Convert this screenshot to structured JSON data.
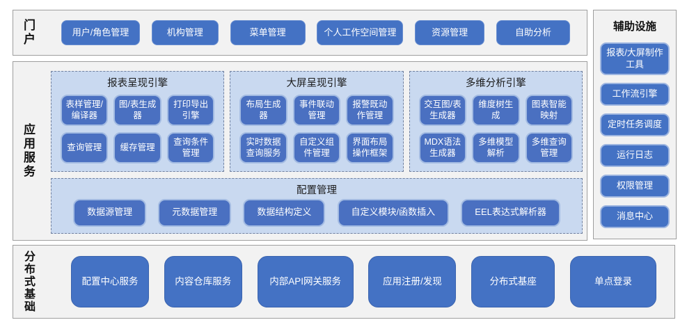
{
  "portal": {
    "label": "门户",
    "buttons": [
      "用户/角色管理",
      "机构管理",
      "菜单管理",
      "个人工作空间管理",
      "资源管理",
      "自助分析"
    ]
  },
  "app": {
    "label": "应用服务",
    "engines": [
      {
        "title": "报表呈现引擎",
        "buttons": [
          "表样管理/编译器",
          "图/表生成器",
          "打印导出引擎",
          "查询管理",
          "缓存管理",
          "查询条件管理"
        ]
      },
      {
        "title": "大屏呈现引擎",
        "buttons": [
          "布局生成器",
          "事件联动管理",
          "报警既动作管理",
          "实时数据查询服务",
          "自定义组件管理",
          "界面布局操作框架"
        ]
      },
      {
        "title": "多维分析引擎",
        "buttons": [
          "交互图/表生成器",
          "维度树生成",
          "图表智能映射",
          "MDX语法生成器",
          "多维模型解析",
          "多维查询管理"
        ]
      }
    ],
    "config": {
      "title": "配置管理",
      "buttons": [
        "数据源管理",
        "元数据管理",
        "数据结构定义",
        "自定义模块/函数插入",
        "EEL表达式解析器"
      ]
    }
  },
  "foundation": {
    "label": "分布式基础",
    "buttons": [
      "配置中心服务",
      "内容仓库服务",
      "内部API网关服务",
      "应用注册/发现",
      "分布式基座",
      "单点登录"
    ]
  },
  "auxiliary": {
    "title": "辅助设施",
    "buttons": [
      "报表/大屏制作工具",
      "工作流引擎",
      "定时任务调度",
      "运行日志",
      "权限管理",
      "消息中心"
    ]
  },
  "colors": {
    "button_blue": "#4472c4",
    "module_blue": "#4a70c1",
    "engine_bg": "#c9d9f0",
    "panel_gray": "#f2f2f2"
  }
}
